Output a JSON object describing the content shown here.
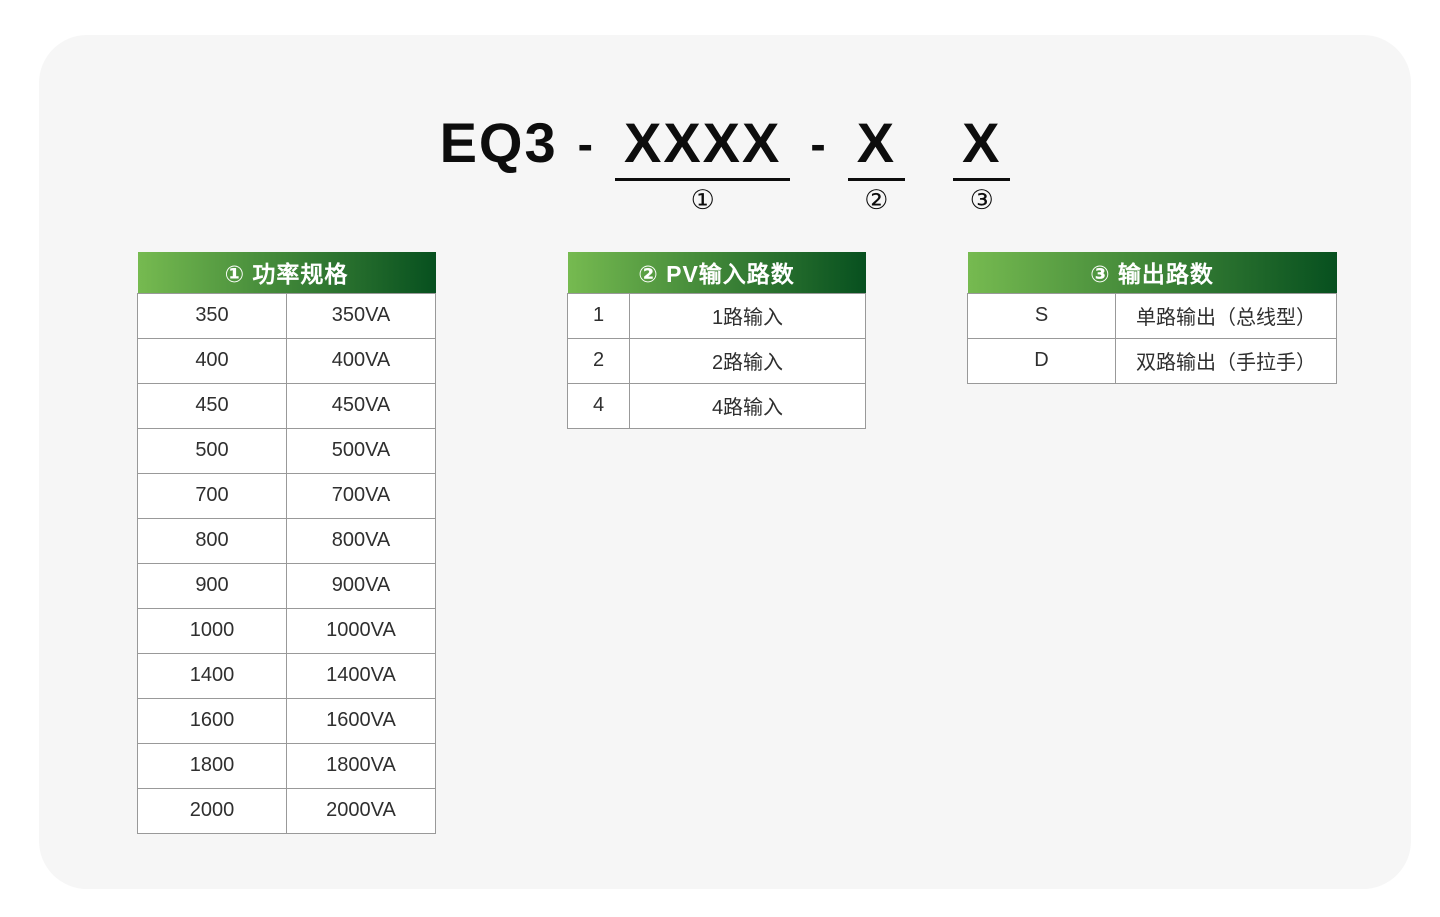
{
  "colors": {
    "page_background": "#ffffff",
    "card_background": "#f6f6f6",
    "header_gradient_start": "#76ba50",
    "header_gradient_end": "#07501f",
    "table_border": "#999999",
    "cell_text": "#2f2f2f",
    "title_text": "#0d0d0d"
  },
  "model_code": {
    "prefix": "EQ3",
    "separator": "-",
    "segments": [
      {
        "text": "XXXX",
        "marker": "①"
      },
      {
        "text": "X",
        "marker": "②"
      },
      {
        "text": "X",
        "marker": "③"
      }
    ]
  },
  "tables": [
    {
      "title": "① 功率规格",
      "rows": [
        [
          "350",
          "350VA"
        ],
        [
          "400",
          "400VA"
        ],
        [
          "450",
          "450VA"
        ],
        [
          "500",
          "500VA"
        ],
        [
          "700",
          "700VA"
        ],
        [
          "800",
          "800VA"
        ],
        [
          "900",
          "900VA"
        ],
        [
          "1000",
          "1000VA"
        ],
        [
          "1400",
          "1400VA"
        ],
        [
          "1600",
          "1600VA"
        ],
        [
          "1800",
          "1800VA"
        ],
        [
          "2000",
          "2000VA"
        ]
      ]
    },
    {
      "title": "② PV输入路数",
      "rows": [
        [
          "1",
          "1路输入"
        ],
        [
          "2",
          "2路输入"
        ],
        [
          "4",
          "4路输入"
        ]
      ]
    },
    {
      "title": "③ 输出路数",
      "rows": [
        [
          "S",
          "单路输出（总线型）"
        ],
        [
          "D",
          "双路输出（手拉手）"
        ]
      ]
    }
  ]
}
